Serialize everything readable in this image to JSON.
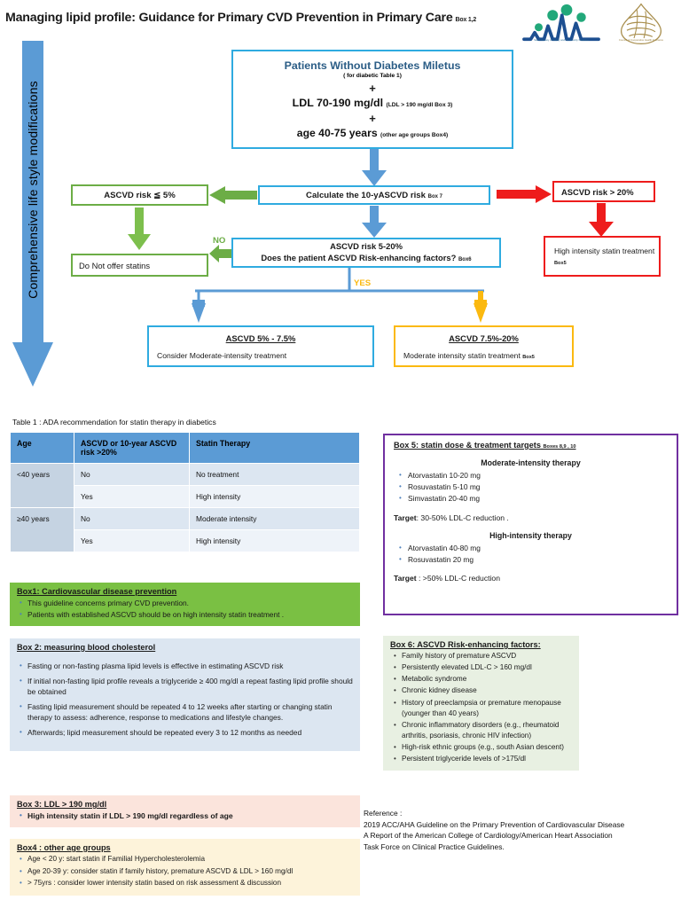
{
  "header": {
    "title": "Managing lipid profile: Guidance for Primary CVD Prevention in Primary Care",
    "title_ref": "Box 1,2",
    "logo_sfcm_caption": "Saudi Society of Family and Community Medicine",
    "logo_cchi_caption": "Council of Cooperative Health Insurance"
  },
  "lifestyle_arrow": {
    "label": "Comprehensive life style modifications",
    "color": "#5b9bd5"
  },
  "flow": {
    "top_box": {
      "line1": "Patients Without Diabetes Miletus",
      "line1_sub": "( for diabetic Table 1)",
      "plus1": "+",
      "line2": "LDL 70-190 mg/dl",
      "line2_sub": "(LDL > 190 mg/dl  Box 3)",
      "plus2": "+",
      "line3": "age 40-75 years",
      "line3_sub": "(other age groups Box4)",
      "border_color": "#2fabe0"
    },
    "calculate_box": {
      "text": "Calculate the 10-yASCVD risk",
      "ref": "Box 7",
      "border_color": "#2fabe0"
    },
    "risk_low_box": {
      "text": "ASCVD risk ≦ 5%",
      "border_color": "#6cad46"
    },
    "no_statins_box": {
      "text": "Do  Not offer statins",
      "border_color": "#6cad46"
    },
    "risk_high_box": {
      "text": "ASCVD risk > 20%",
      "border_color": "#ee1c1c"
    },
    "high_intensity_box": {
      "text": "High intensity statin treatment",
      "ref": "Box5",
      "border_color": "#ee1c1c"
    },
    "risk_mid_box": {
      "line1": "ASCVD risk 5-20%",
      "line2": "Does the patient ASCVD Risk-enhancing factors?",
      "ref": "Box6",
      "border_color": "#2fabe0"
    },
    "label_no": "NO",
    "label_yes": "YES",
    "out_low": {
      "header": "ASCVD 5% -  7.5%",
      "body": "Consider Moderate-intensity treatment",
      "border_color": "#2fabe0"
    },
    "out_high": {
      "header": "ASCVD 7.5%-20%",
      "body": "Moderate intensity statin treatment",
      "ref": "Box5",
      "border_color": "#fbb910"
    }
  },
  "table": {
    "caption": "Table 1 : ADA recommendation for statin therapy in diabetics",
    "header_color": "#5b9bd5",
    "columns": [
      "Age",
      "ASCVD or 10-year ASCVD risk >20%",
      "Statin Therapy"
    ],
    "rows": [
      {
        "age": "<40 years",
        "risk": "No",
        "therapy": "No treatment"
      },
      {
        "age": "",
        "risk": "Yes",
        "therapy": "High intensity"
      },
      {
        "age": "≥40 years",
        "risk": "No",
        "therapy": "Moderate intensity"
      },
      {
        "age": "",
        "risk": "Yes",
        "therapy": "High intensity"
      }
    ]
  },
  "box1": {
    "title": "Box1: Cardiovascular disease prevention",
    "bg_color": "#7ac043",
    "items": [
      "This guideline concerns primary CVD prevention.",
      "Patients with established ASCVD should be on high intensity statin treatment ."
    ]
  },
  "box2": {
    "title": "Box 2: measuring blood cholesterol",
    "bg_color": "#dce6f1",
    "items": [
      "Fasting or non-fasting plasma lipid levels is effective in estimating ASCVD risk",
      "If initial non-fasting lipid profile reveals a triglyceride ≥ 400 mg/dl a repeat fasting lipid profile should be obtained",
      "Fasting lipid measurement should be repeated 4 to 12 weeks after starting or changing statin therapy to assess:  adherence, response to medications and lifestyle changes.",
      "Afterwards; lipid measurement should be repeated every 3 to 12 months as needed"
    ]
  },
  "box3": {
    "title": "Box 3: LDL > 190 mg/dl",
    "bg_color": "#fbe4dc",
    "items": [
      "High intensity statin if LDL > 190 mg/dl regardless of age"
    ]
  },
  "box4": {
    "title": "Box4 : other age groups",
    "bg_color": "#fdf3da",
    "items": [
      "Age < 20 y: start statin if Familial Hypercholesterolemia",
      "Age 20-39 y: consider statin if family history, premature ASCVD & LDL > 160 mg/dl",
      "> 75yrs : consider lower intensity statin based on risk assessment & discussion"
    ]
  },
  "box5": {
    "title": "Box 5: statin dose & treatment targets",
    "title_ref": "Boxes 8,9 , 10",
    "border_color": "#7030a0",
    "moderate_heading": "Moderate-intensity therapy",
    "moderate_items": [
      "Atorvastatin 10-20 mg",
      "Rosuvastatin 5-10 mg",
      "Simvastatin 20-40 mg"
    ],
    "moderate_target_label": "Target",
    "moderate_target_value": ": 30-50% LDL-C reduction .",
    "high_heading": "High-intensity therapy",
    "high_items": [
      "Atorvastatin 40-80 mg",
      "Rosuvastatin 20 mg"
    ],
    "high_target_label": "Target",
    "high_target_value": " : >50% LDL-C reduction"
  },
  "box6": {
    "title": "Box 6: ASCVD Risk-enhancing factors:",
    "bg_color": "#e8f0e2",
    "items": [
      "Family history of premature ASCVD",
      "Persistently elevated LDL-C  > 160 mg/dl",
      "Metabolic syndrome",
      "Chronic kidney disease",
      "History of preeclampsia or premature menopause (younger than 40 years)",
      "Chronic inflammatory disorders (e.g., rheumatoid arthritis, psoriasis, chronic HIV infection)",
      "High-risk ethnic groups (e.g., south Asian descent)",
      "Persistent triglyceride levels of >175/dl"
    ]
  },
  "reference": {
    "line1": "Reference :",
    "line2": "2019 ACC/AHA Guideline on the Primary Prevention of Cardiovascular Disease",
    "line3": "A Report of the American College of Cardiology/American Heart Association",
    "line4": "Task Force on Clinical Practice Guidelines."
  }
}
